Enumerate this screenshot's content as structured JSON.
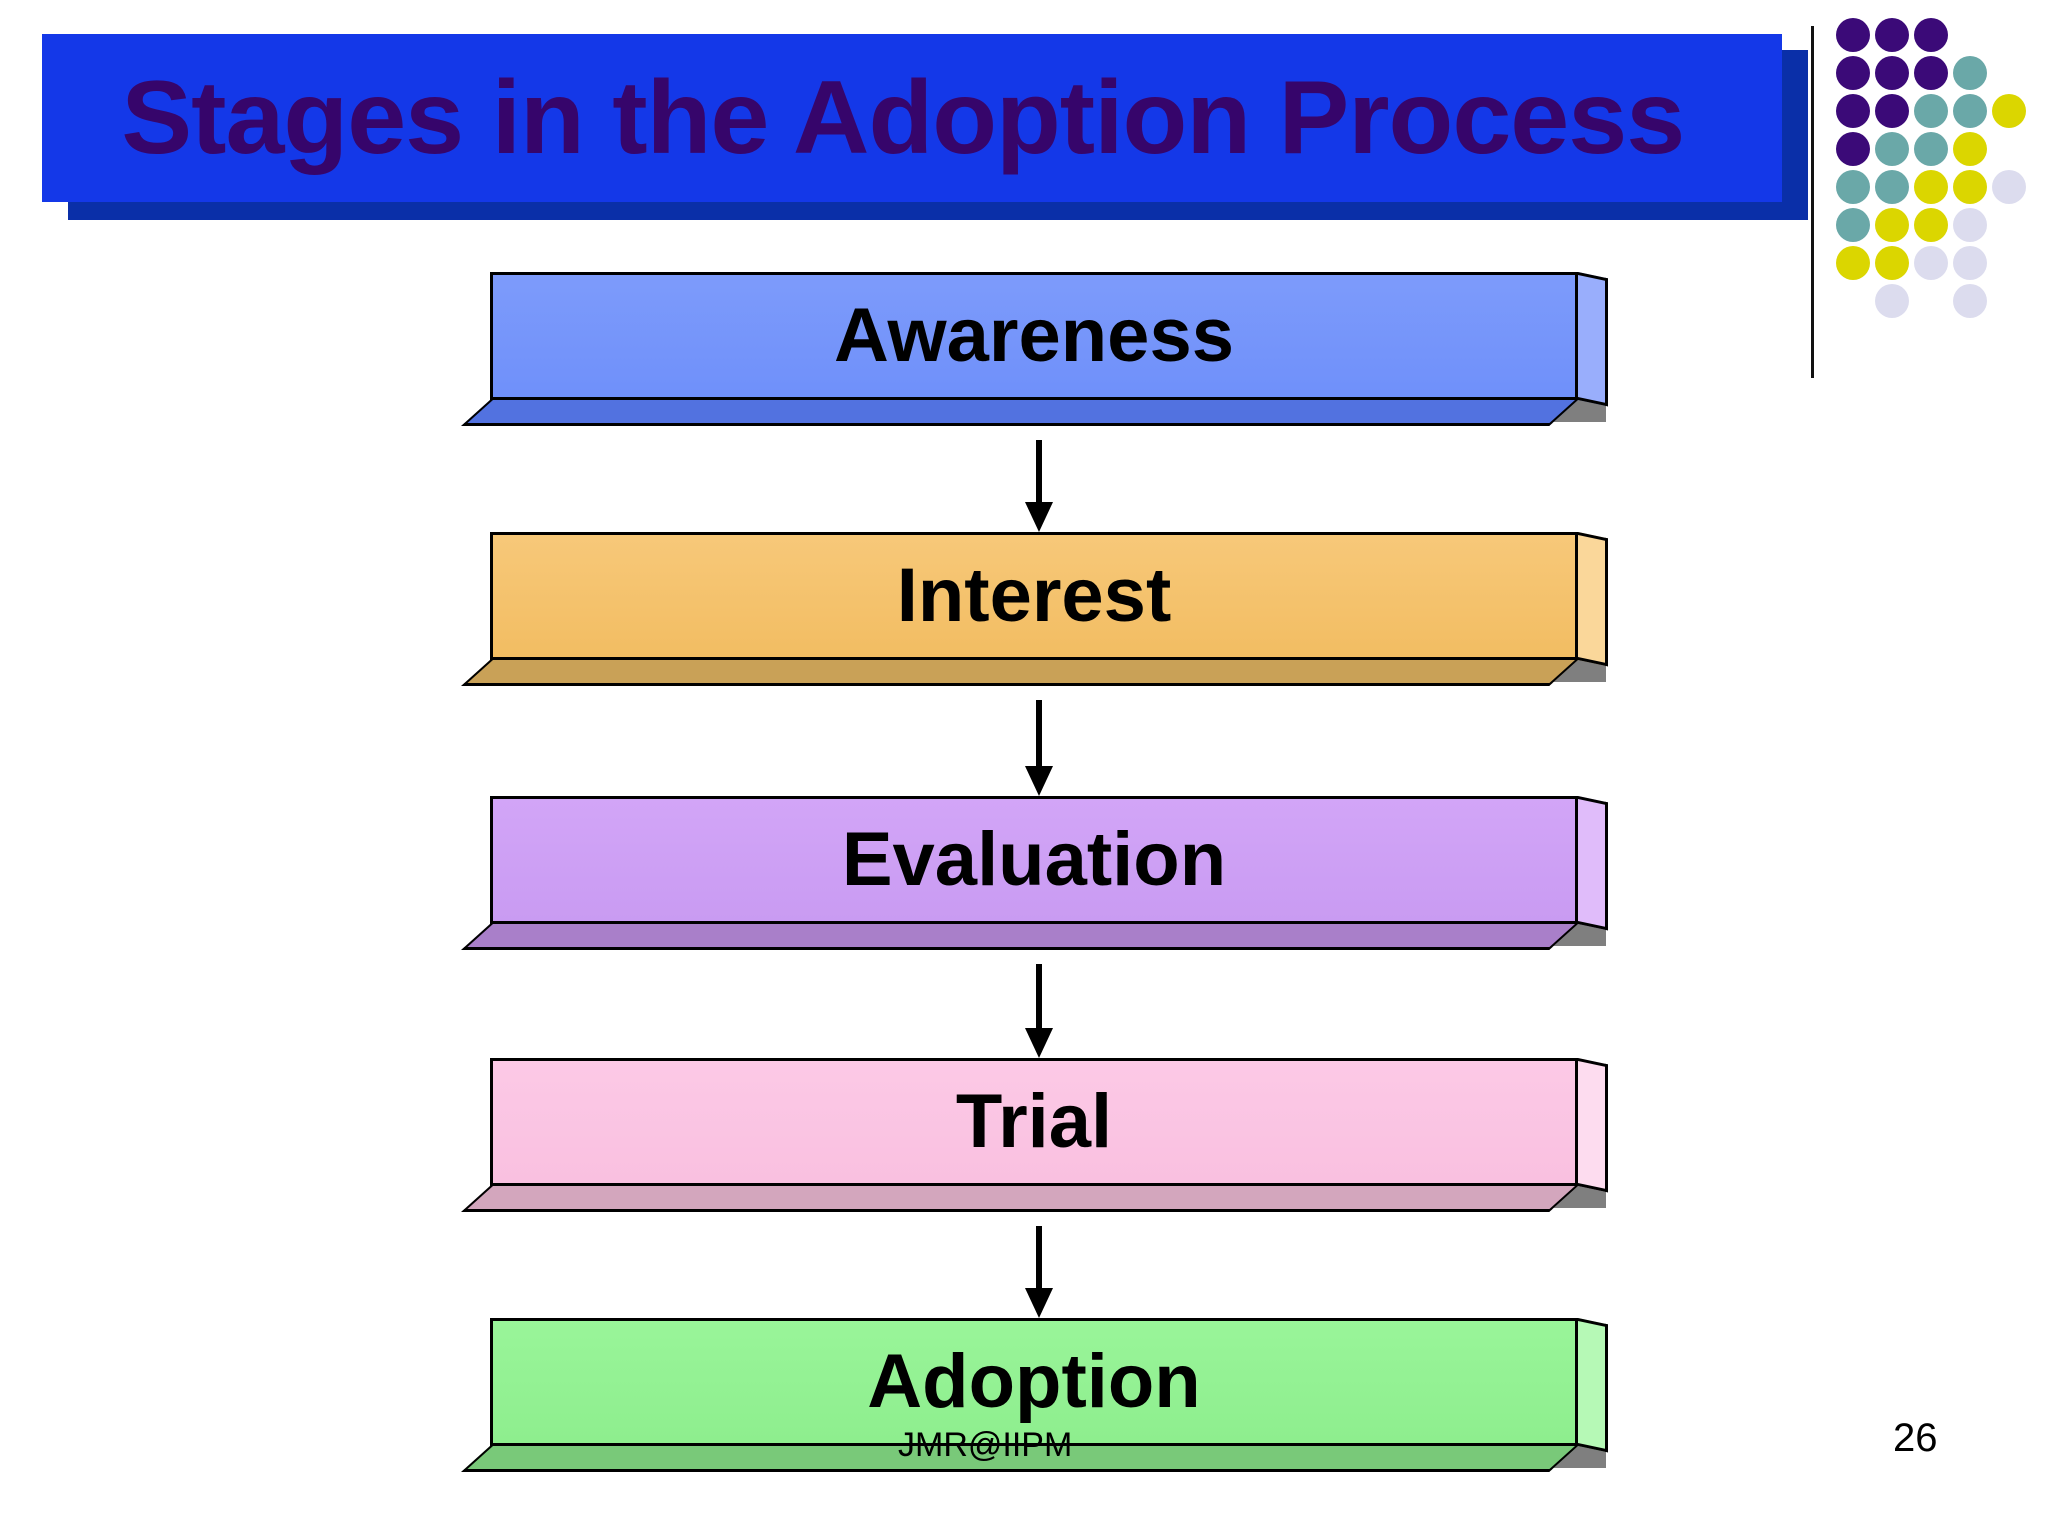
{
  "slide": {
    "title": "Stages in the Adoption Process",
    "title_bar_color": "#1438e8",
    "title_text_color": "#36056b",
    "title_shadow_color": "#0a2fa8",
    "background": "#ffffff",
    "footer": "JMR@IIPM",
    "page_number": "26"
  },
  "diagram": {
    "type": "vertical-flow",
    "arrow_color": "#000000",
    "shadow_color": "#7f7f7f",
    "outline_color": "#000000",
    "stages": [
      {
        "label": "Awareness",
        "face_color": "#7d9bfb",
        "face_color_bottom": "#6f90fa",
        "side_color": "#99aefc",
        "bottom_color": "#5272e0",
        "order": 1
      },
      {
        "label": "Interest",
        "face_color": "#f7c879",
        "face_color_bottom": "#f2bd62",
        "side_color": "#fad79a",
        "bottom_color": "#c9a157",
        "order": 2
      },
      {
        "label": "Evaluation",
        "face_color": "#d2a5f7",
        "face_color_bottom": "#c99bf2",
        "side_color": "#e0bcfa",
        "bottom_color": "#a97fc9",
        "order": 3
      },
      {
        "label": "Trial",
        "face_color": "#fcc9e6",
        "face_color_bottom": "#f9c0e0",
        "side_color": "#fddcef",
        "bottom_color": "#d3a6bd",
        "order": 4
      },
      {
        "label": "Adoption",
        "face_color": "#99f599",
        "face_color_bottom": "#8eee8e",
        "side_color": "#b6f9b6",
        "bottom_color": "#79c979",
        "order": 5
      }
    ]
  },
  "dot_grid": {
    "colors": {
      "purple": "#3b0a78",
      "teal": "#6aa8a8",
      "yellow": "#dbd600",
      "lavender": "#dcdcee"
    },
    "rows": [
      [
        "purple",
        "purple",
        "purple",
        null,
        null
      ],
      [
        "purple",
        "purple",
        "purple",
        "teal",
        null
      ],
      [
        "purple",
        "purple",
        "teal",
        "teal",
        "yellow"
      ],
      [
        "purple",
        "teal",
        "teal",
        "yellow",
        null
      ],
      [
        "teal",
        "teal",
        "yellow",
        "yellow",
        "lavender"
      ],
      [
        "teal",
        "yellow",
        "yellow",
        "lavender",
        null
      ],
      [
        "yellow",
        "yellow",
        "lavender",
        "lavender",
        null
      ],
      [
        null,
        "lavender",
        null,
        "lavender",
        null
      ]
    ]
  }
}
